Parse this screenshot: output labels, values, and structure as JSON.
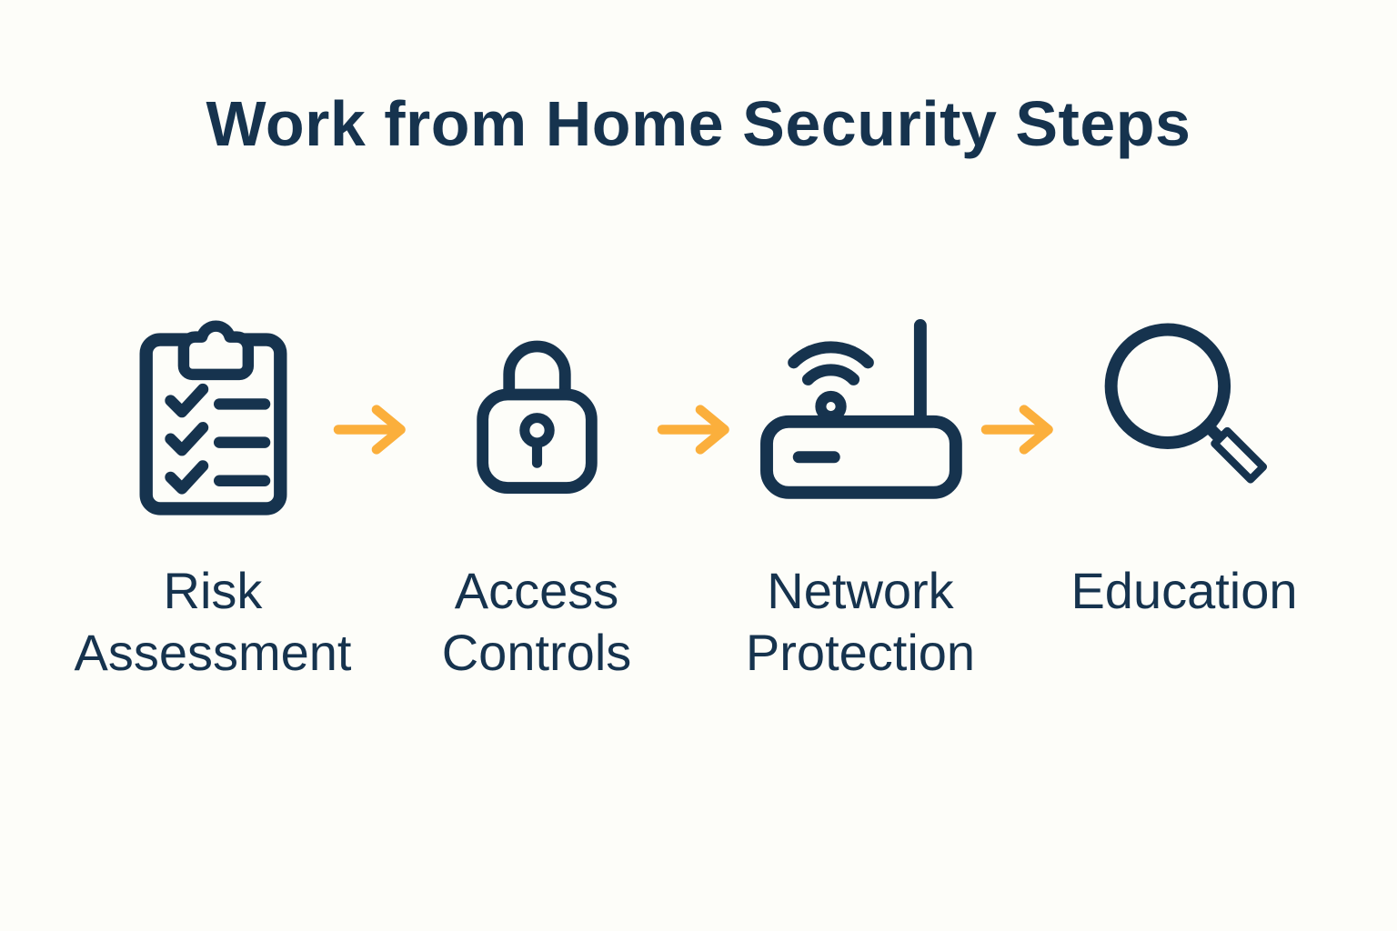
{
  "title": "Work from Home Security Steps",
  "colors": {
    "navy": "#16334E",
    "arrow_yellow": "#FBAF3C",
    "background": "#FDFDF9"
  },
  "steps": [
    {
      "label": "Risk Assessment",
      "icon": "clipboard-checklist-icon"
    },
    {
      "label": "Access Controls",
      "icon": "padlock-icon"
    },
    {
      "label": "Network Protection",
      "icon": "wifi-router-icon"
    },
    {
      "label": "Education",
      "icon": "magnifying-glass-icon"
    }
  ],
  "connector": {
    "icon": "right-arrow-icon"
  }
}
